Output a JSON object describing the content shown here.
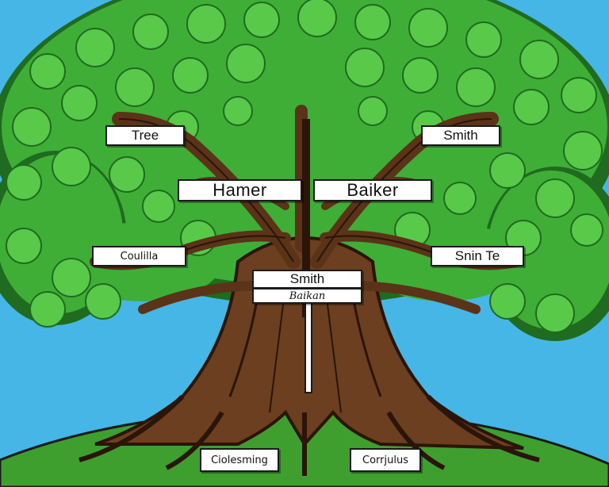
{
  "colors": {
    "sky": "#45b6e6",
    "ground": "#3e9f2f",
    "foliage": "#3fae37",
    "foliage_dark": "#1f6b1f",
    "trunk": "#6b3f1f",
    "trunk_dark": "#2b1408",
    "sign_fill": "#ffffff",
    "outline": "#1a1a1a"
  },
  "icons": {
    "tree": "tree-illustration",
    "center_post": "signpost"
  },
  "signs": {
    "tree_left": "Tree",
    "smith_right": "Smith",
    "hamer": "Hamer",
    "baiker": "Baiker",
    "coullia": "Coulilla",
    "snin_te": "Snin Te",
    "smith_center": "Smith",
    "baikan": "Baikan",
    "ground_left": "Ciolesming",
    "ground_right": "Corrjulus"
  }
}
